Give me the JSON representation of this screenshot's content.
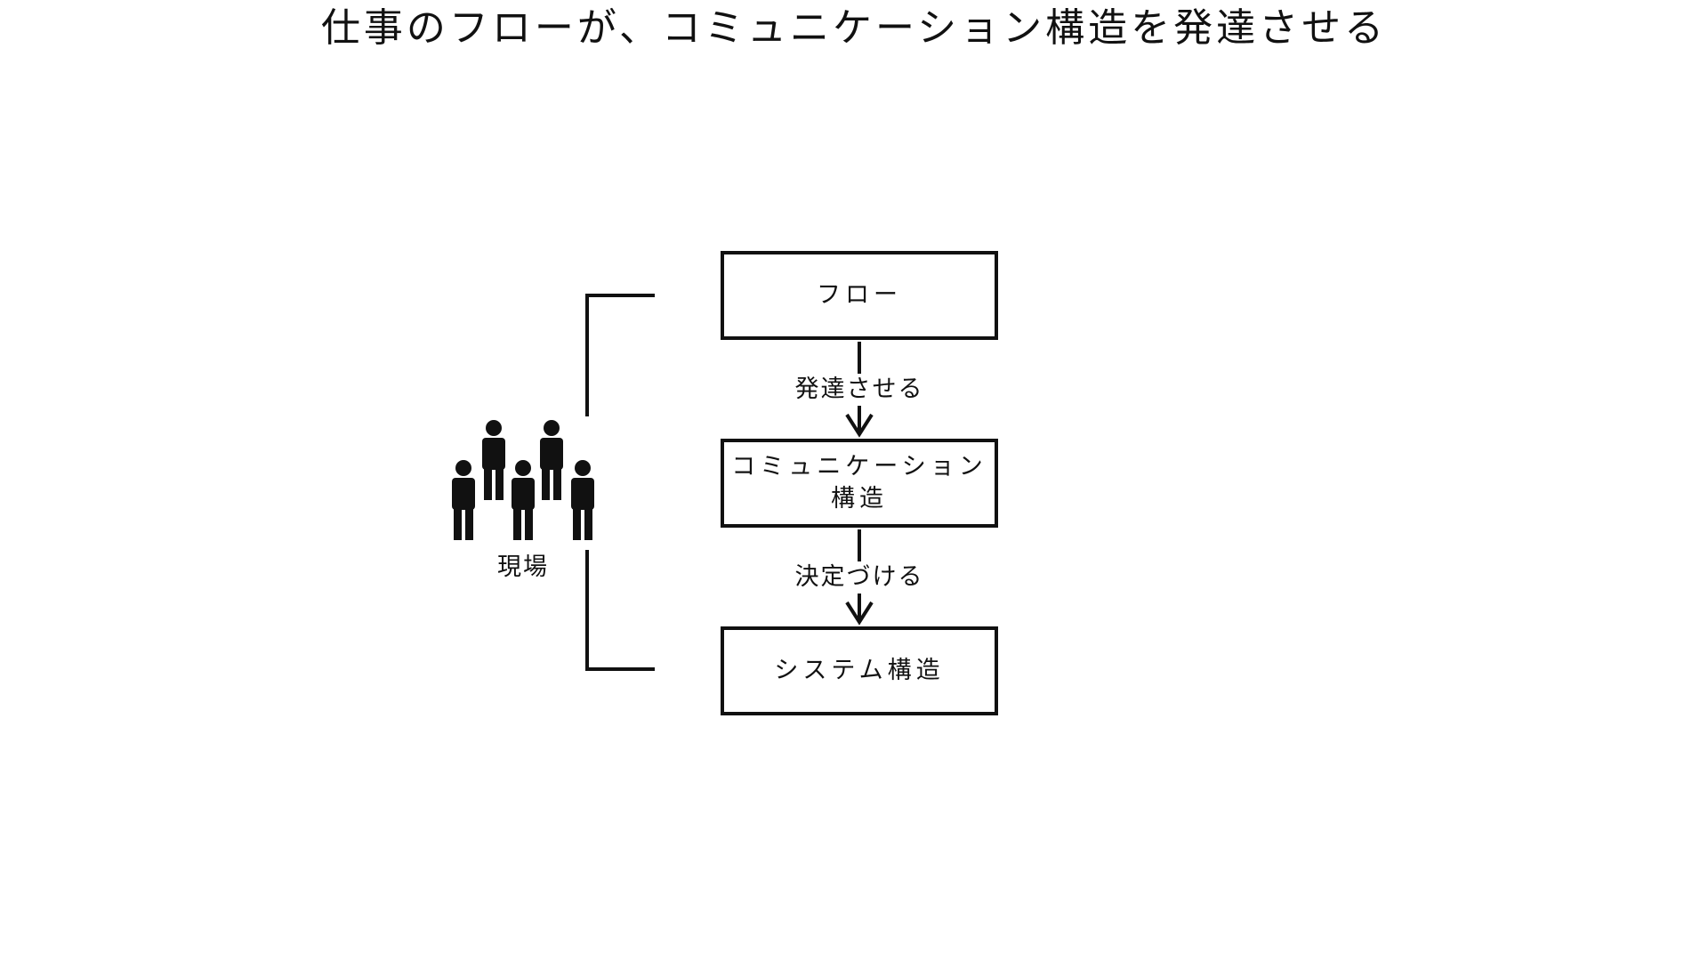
{
  "title": "仕事のフローが、コミュニケーション構造を発達させる",
  "nodes": {
    "flow": "フロー",
    "communication_line1": "コミュニケーション",
    "communication_line2": "構造",
    "system": "システム構造"
  },
  "edges": {
    "flow_to_communication": "発達させる",
    "communication_to_system": "決定づける"
  },
  "side_group": {
    "label": "現場",
    "icon": "people-group-icon"
  },
  "colors": {
    "ink": "#111111",
    "background": "#ffffff"
  }
}
